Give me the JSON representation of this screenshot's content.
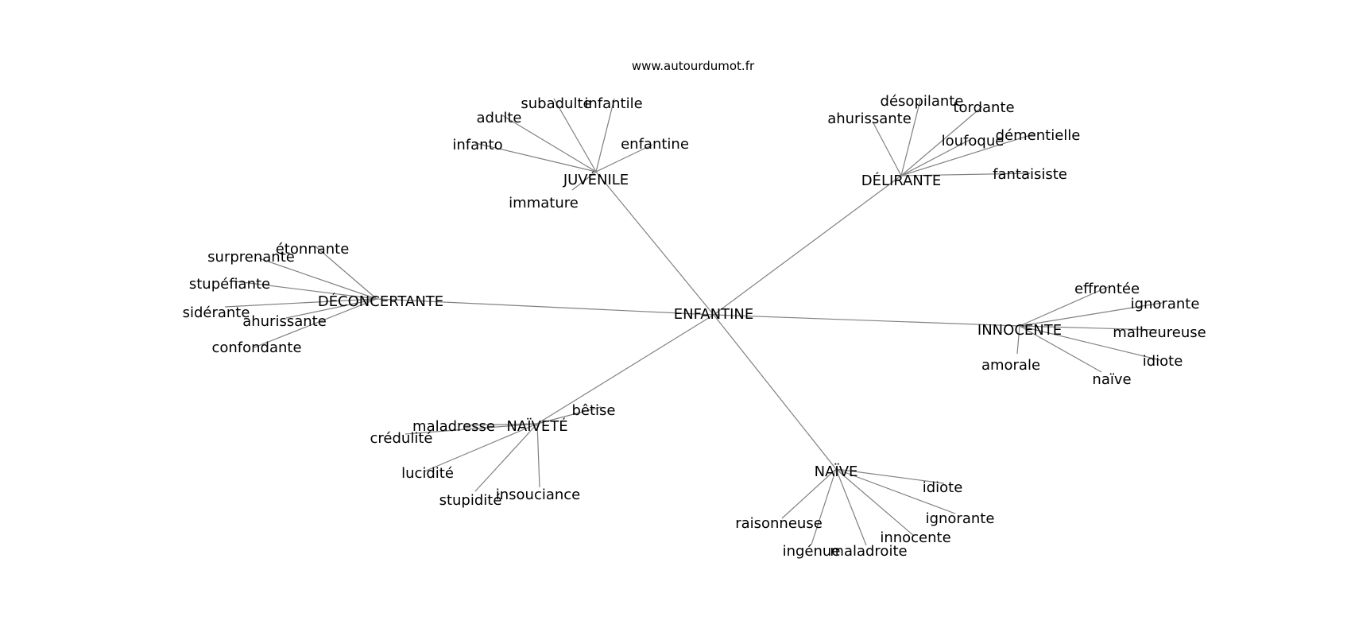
{
  "source": "www.autourdumot.fr",
  "colors": {
    "edge": "#808080",
    "text": "#000000",
    "background": "#ffffff"
  },
  "graph": {
    "center": "ENFANTINE",
    "groups": [
      {
        "label": "JUVÉNILE",
        "words": [
          "subadulte",
          "infantile",
          "adulte",
          "enfantine",
          "infanto",
          "immature"
        ]
      },
      {
        "label": "DÉLIRANTE",
        "words": [
          "désopilante",
          "tordante",
          "ahurissante",
          "loufoque",
          "démentielle",
          "fantaisiste"
        ]
      },
      {
        "label": "DÉCONCERTANTE",
        "words": [
          "étonnante",
          "surprenante",
          "stupéfiante",
          "sidérante",
          "ahurissante",
          "confondante"
        ]
      },
      {
        "label": "INNOCENTE",
        "words": [
          "effrontée",
          "ignorante",
          "malheureuse",
          "idiote",
          "naïve",
          "amorale"
        ]
      },
      {
        "label": "NAÏVETÉ",
        "words": [
          "bêtise",
          "maladresse",
          "crédulité",
          "lucidité",
          "stupidité",
          "insouciance"
        ]
      },
      {
        "label": "NAÏVE",
        "words": [
          "idiote",
          "ignorante",
          "raisonneuse",
          "innocente",
          "ingénue",
          "maladroite"
        ]
      }
    ]
  }
}
